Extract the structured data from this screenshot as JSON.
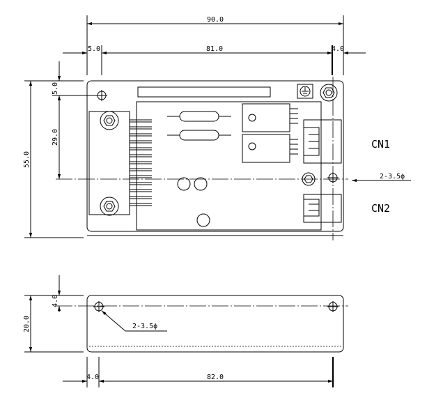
{
  "dimensions": {
    "overall_width": "90.0",
    "left_offset": "5.0",
    "hole_spacing": "81.0",
    "right_offset": "4.0",
    "top_offset": "5.0",
    "hole_to_centerline": "29.0",
    "overall_height": "55.0",
    "side_top_offset": "4.0",
    "side_height": "20.0",
    "side_left_offset": "4.0",
    "side_hole_spacing": "82.0"
  },
  "callouts": {
    "top_holes": "2-3.5ϕ",
    "side_holes": "2-3.5ϕ"
  },
  "connectors": {
    "cn1": "CN1",
    "cn2": "CN2"
  }
}
